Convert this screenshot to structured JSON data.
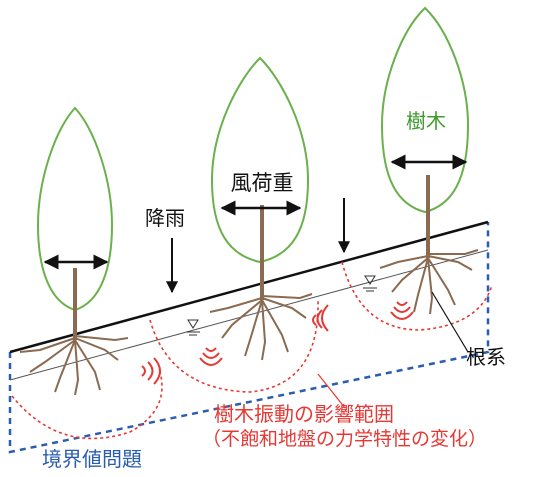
{
  "labels": {
    "tree": "樹木",
    "wind_load": "風荷重",
    "rainfall": "降雨",
    "root_system": "根系",
    "influence_line1": "樹木振動の影響範囲",
    "influence_line2": "（不飽和地盤の力学特性の変化）",
    "boundary_problem": "境界値問題"
  },
  "colors": {
    "canopy": "#6ab04c",
    "trunk": "#8a6a50",
    "influence": "#e53935",
    "boundary": "#2a5db0",
    "tree_label": "#3f9b2e"
  }
}
